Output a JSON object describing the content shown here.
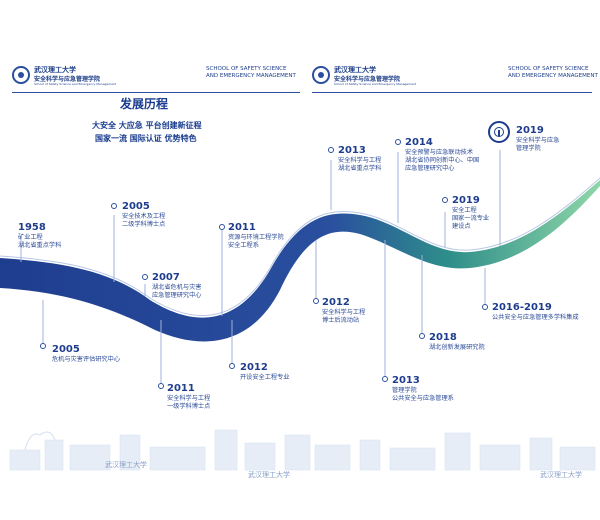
{
  "header_left": {
    "university": "武汉理工大学",
    "school_cn": "安全科学与应急管理学院",
    "school_en_small": "School of Safety Science and Emergency Management",
    "school_en": [
      "SCHOOL OF SAFETY SCIENCE",
      "AND EMERGENCY MANAGEMENT"
    ]
  },
  "header_right": {
    "university": "武汉理工大学",
    "school_cn": "安全科学与应急管理学院",
    "school_en_small": "School of Safety Science and Emergency Management",
    "school_en": [
      "SCHOOL OF SAFETY SCIENCE",
      "AND EMERGENCY MANAGEMENT"
    ]
  },
  "title": "发展历程",
  "slogan": [
    "大安全 大应急 平台创建新征程",
    "国家一流 国际认证 优势特色"
  ],
  "milestones": [
    {
      "year": "1958",
      "lines": [
        "矿业工程",
        "湖北省重点学科"
      ]
    },
    {
      "year": "2005",
      "lines": [
        "危机与灾害评估研究中心"
      ]
    },
    {
      "year": "2005",
      "lines": [
        "安全技术及工程",
        "二级学科博士点"
      ]
    },
    {
      "year": "2007",
      "lines": [
        "湖北省危机与灾害",
        "应急管理研究中心"
      ]
    },
    {
      "year": "2011",
      "lines": [
        "安全科学与工程",
        "一级学科博士点"
      ]
    },
    {
      "year": "2011",
      "lines": [
        "资源与环境工程学院",
        "安全工程系"
      ]
    },
    {
      "year": "2012",
      "lines": [
        "开设安全工程专业"
      ]
    },
    {
      "year": "2012",
      "lines": [
        "安全科学与工程",
        "博士后流动站"
      ]
    },
    {
      "year": "2013",
      "lines": [
        "安全科学与工程",
        "湖北省重点学科"
      ]
    },
    {
      "year": "2013",
      "lines": [
        "管理学院",
        "公共安全与应急管理系"
      ]
    },
    {
      "year": "2014",
      "lines": [
        "安全预警与应急联动技术",
        "湖北省协同创新中心、中国",
        "应急管理研究中心"
      ]
    },
    {
      "year": "2018",
      "lines": [
        "湖北创新发展研究院"
      ]
    },
    {
      "year": "2019",
      "lines": [
        "安全工程",
        "国家一流专业",
        "建设点"
      ]
    },
    {
      "year": "2019",
      "lines": [
        "安全科学与应急",
        "管理学院"
      ]
    },
    {
      "year": "2016-2019",
      "lines": [
        "公共安全与应急管理多学科集成"
      ]
    }
  ],
  "footer": {
    "callig_left": "武汉理工大学",
    "callig_right": "武汉理工大学"
  },
  "colors": {
    "ribbon_dark": "#1f3d8f",
    "ribbon_teal": "#2e8f8a",
    "ribbon_light": "#8fd6a8",
    "text_blue": "#1f3d8f"
  }
}
